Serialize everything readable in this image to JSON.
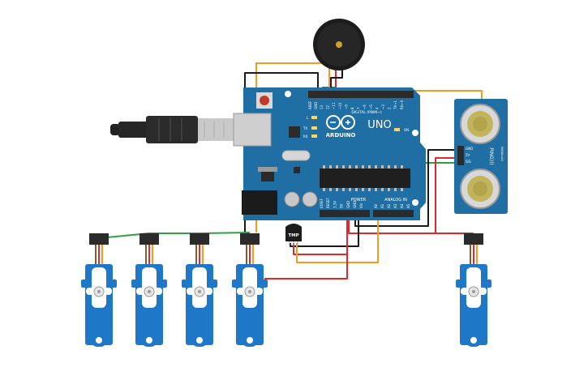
{
  "arduino": {
    "brand": "ARDUINO",
    "model": "UNO",
    "digital_label": "DIGITAL (PWM~)",
    "power_label": "POWER",
    "analog_label": "ANALOG IN",
    "on_label": "ON",
    "led_l": "L",
    "led_tx": "TX",
    "led_rx": "RX",
    "aref": "AREF",
    "gnd": "GND",
    "digital_pins": [
      "13",
      "12",
      "~11",
      "~10",
      "~9",
      "8",
      "7",
      "~6",
      "~5",
      "4",
      "~3",
      "2",
      "TX→1",
      "RX←0"
    ],
    "power_pins": [
      "IOREF",
      "RESET",
      "3.3V",
      "5V",
      "GND",
      "GND",
      "Vin"
    ],
    "analog_pins": [
      "A0",
      "A1",
      "A2",
      "A3",
      "A4",
      "A5"
    ],
    "colors": {
      "board": "#1f6fa5",
      "header": "#2b2b2b"
    }
  },
  "sensor": {
    "brand": "PING)))",
    "maker": "PARALLAX",
    "pins": [
      "GND",
      "5V",
      "SIG"
    ],
    "color": "#1f6fa5"
  },
  "tmp": {
    "label": "TMP"
  },
  "wire_colors": {
    "red": "#e0292c",
    "black": "#1a1a1a",
    "orange": "#f39c1f",
    "green": "#2ea043"
  },
  "servo_color": "#1f77c8"
}
